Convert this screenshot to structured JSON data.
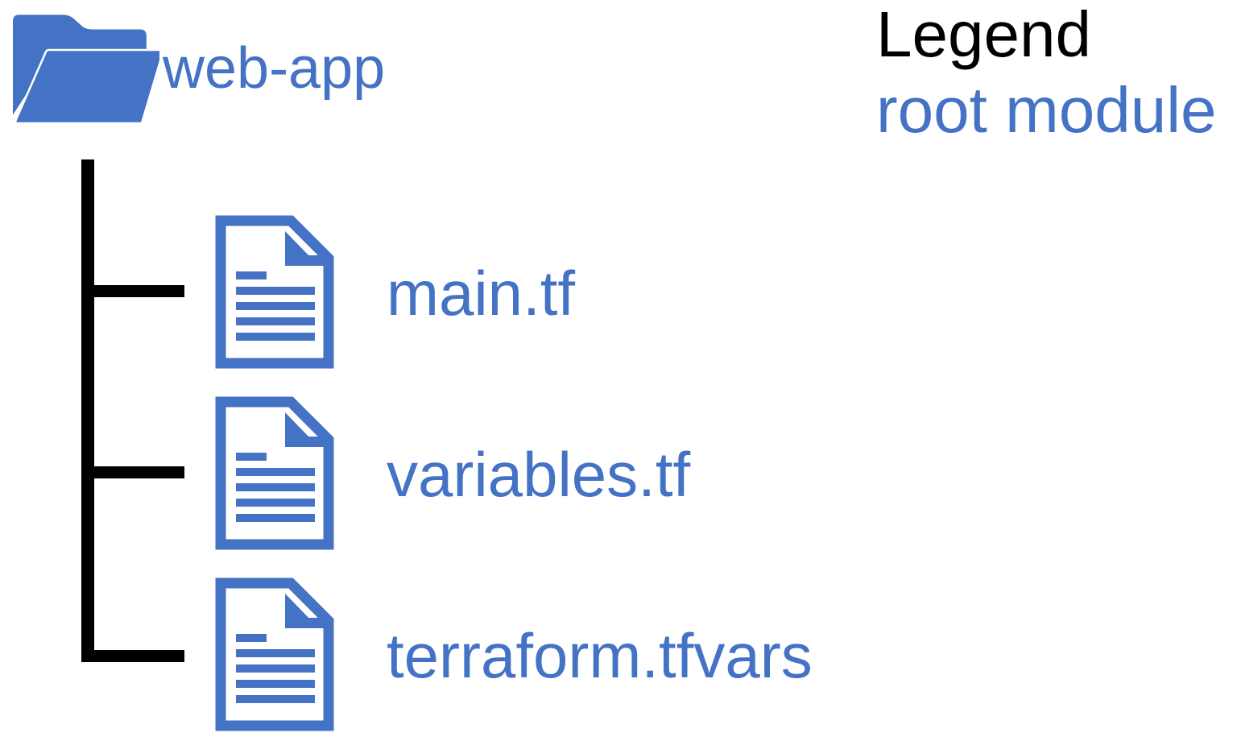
{
  "diagram": {
    "folder": {
      "name": "web-app"
    },
    "files": [
      {
        "name": "main.tf",
        "icon": "document-icon"
      },
      {
        "name": "variables.tf",
        "icon": "document-icon"
      },
      {
        "name": "terraform.tfvars",
        "icon": "document-icon"
      }
    ],
    "legend": {
      "title": "Legend",
      "entries": [
        {
          "label": "root module",
          "color": "#4472C4"
        }
      ]
    },
    "colors": {
      "accent_blue": "#4472C4",
      "tree_line_black": "#000000",
      "background": "#ffffff"
    }
  }
}
